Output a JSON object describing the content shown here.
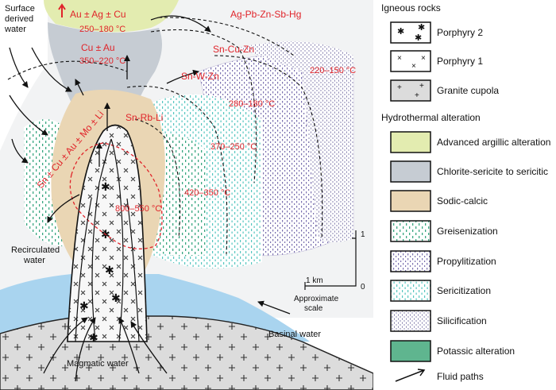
{
  "diagram": {
    "metals": {
      "au_ag_cu": "Au ± Ag ± Cu",
      "cu_au": "Cu ± Au",
      "sn_rb_li": "Sn-Rb-Li",
      "sn_w_zn": "Sn-W-Zn",
      "sn_cu_zn": "Sn-Cu-Zn",
      "ag_pb": "Ag-Pb-Zn-Sb-Hg",
      "sn_cu_au_mo_li": "Sn ± Cu ± Au ± Mo ± Li"
    },
    "temps": {
      "t250_180": "250–180 °C",
      "t350_220": "350–220 °C",
      "t220_150": "220–150 °C",
      "t280_180": "280–180 °C",
      "t370_250": "370–250 °C",
      "t420_350": "420–350 °C",
      "t800_550": "800–550 °C"
    },
    "waters": {
      "surface_line1": "Surface",
      "surface_line2": "derived",
      "surface_line3": "water",
      "recirculated_line1": "Recirculated",
      "recirculated_line2": "water",
      "basinal": "Basinal water",
      "magmatic": "Magmatic water"
    },
    "scale": {
      "top": "1",
      "bottom": "0",
      "km": "1 km",
      "label_line1": "Approximate",
      "label_line2": "scale"
    },
    "colors": {
      "argillic": "#e3ecb0",
      "chlorite": "#c6ccd3",
      "sodic": "#ead6b4",
      "greisen": "#3aa882",
      "propyl": "#7c72b0",
      "sericite": "#56c6c0",
      "silicic": "#8a84b0",
      "potassic": "#a9d4ef",
      "granite": "#dcdcdc",
      "text_red": "#e0242a",
      "pink": "#c8308a"
    }
  },
  "legend": {
    "igneous_title": "Igneous rocks",
    "porphyry2": "Porphyry 2",
    "porphyry1": "Porphyry 1",
    "granite": "Granite cupola",
    "alteration_title": "Hydrothermal alteration",
    "argillic": "Advanced argillic alteration",
    "chlorite": "Chlorite-sericite to sericitic",
    "sodic": "Sodic-calcic",
    "greisen": "Greisenization",
    "propyl": "Propylitization",
    "sericite": "Sericitization",
    "silicic": "Silicification",
    "potassic": "Potassic alteration",
    "fluid": "Fluid paths"
  }
}
